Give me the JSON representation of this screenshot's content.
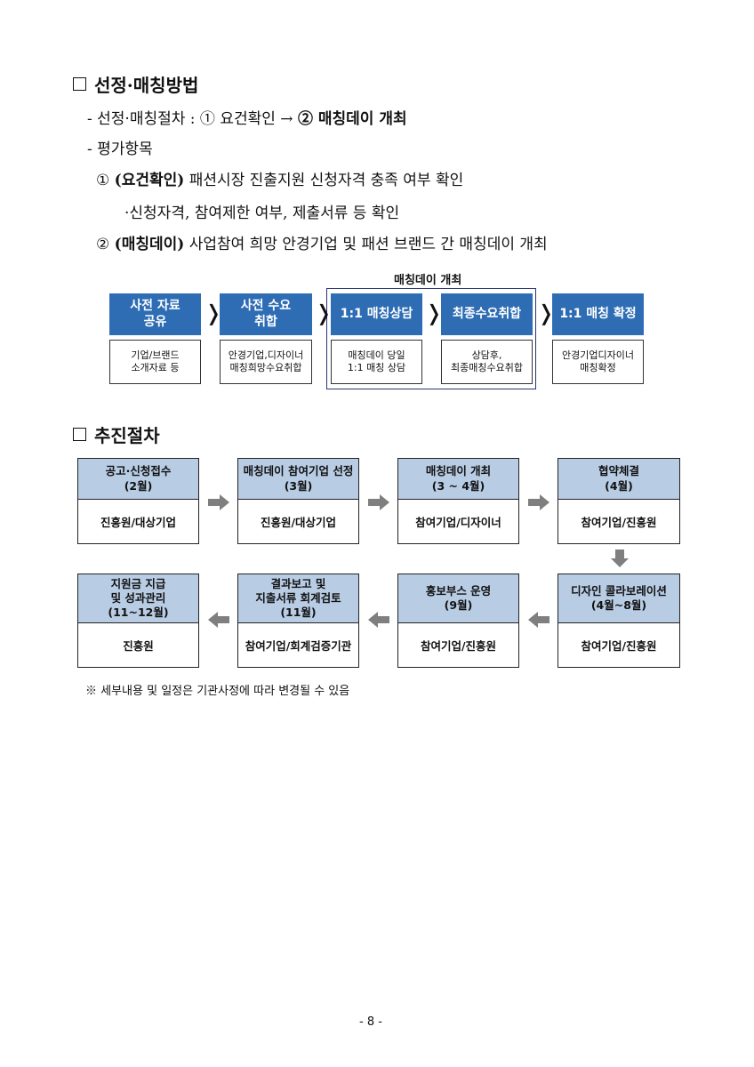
{
  "section1": {
    "title": "선정·매칭방법",
    "line1": "- 선정·매칭절차 : ① 요건확인 → ",
    "line1_bold": "② 매칭데이 개최",
    "line2": "- 평가항목",
    "item1_num": "①",
    "item1_bold": "(요건확인)",
    "item1_text": " 패션시장 진출지원 신청자격 충족 여부 확인",
    "item1_sub": "·신청자격, 참여제한 여부, 제출서류 등 확인",
    "item2_num": "②",
    "item2_bold": "(매칭데이)",
    "item2_text": " 사업참여 희망 안경기업 및 패션 브랜드 간 매칭데이 개최"
  },
  "flow": {
    "group_title": "매칭데이 개최",
    "steps": [
      {
        "title": "사전 자료\n공유",
        "desc": "기업/브랜드\n소개자료 등"
      },
      {
        "title": "사전 수요\n취합",
        "desc": "안경기업,디자이너\n매칭희망수요취합"
      },
      {
        "title": "1:1 매칭상담",
        "desc": "매칭데이 당일\n1:1 매칭 상담"
      },
      {
        "title": "최종수요취합",
        "desc": "상담후,\n최종매칭수요취합"
      },
      {
        "title": "1:1 매칭 확정",
        "desc": "안경기업디자이너\n매칭확정"
      }
    ],
    "chevron": "❭"
  },
  "section2": {
    "title": "추진절차",
    "row1": [
      {
        "head": "공고·신청접수\n(2월)",
        "body": "진흥원/대상기업"
      },
      {
        "head": "매칭데이 참여기업 선정\n(3월)",
        "body": "진흥원/대상기업"
      },
      {
        "head": "매칭데이 개최\n(3 ~ 4월)",
        "body": "참여기업/디자이너"
      },
      {
        "head": "협약체결\n(4월)",
        "body": "참여기업/진흥원"
      }
    ],
    "row2": [
      {
        "head": "지원금 지급\n및 성과관리\n(11~12월)",
        "body": "진흥원"
      },
      {
        "head": "결과보고 및\n지출서류 회계검토\n(11월)",
        "body": "참여기업/회계검증기관"
      },
      {
        "head": "홍보부스 운영\n(9월)",
        "body": "참여기업/진흥원"
      },
      {
        "head": "디자인 콜라보레이션\n(4월~8월)",
        "body": "참여기업/진흥원"
      }
    ]
  },
  "note": "※ 세부내용 및 일정은 기관사정에 따라 변경될 수 있음",
  "page_number": "- 8 -",
  "colors": {
    "flow_blue": "#2e6db4",
    "grid_header": "#b8cce4",
    "arrow_gray": "#7f7f7f",
    "frame": "#2a3570"
  }
}
